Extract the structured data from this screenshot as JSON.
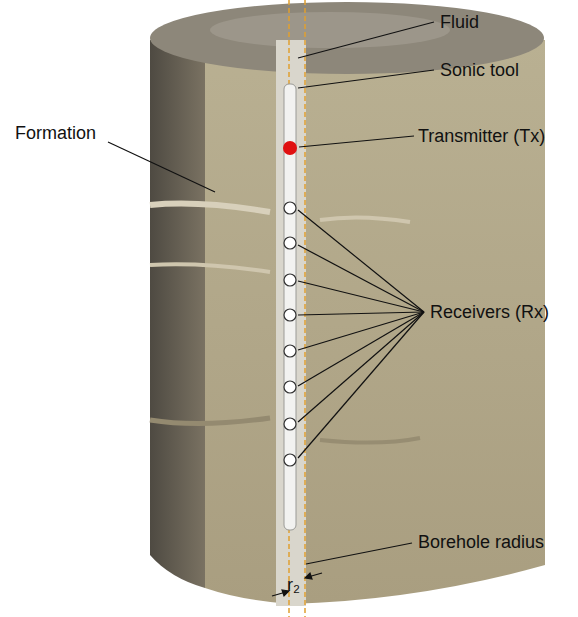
{
  "diagram": {
    "labels": [
      "Fluid",
      "Sonic tool",
      "Transmitter (Tx)",
      "Formation",
      "Receivers (Rx)",
      "Borehole radius",
      "r₂"
    ]
  }
}
